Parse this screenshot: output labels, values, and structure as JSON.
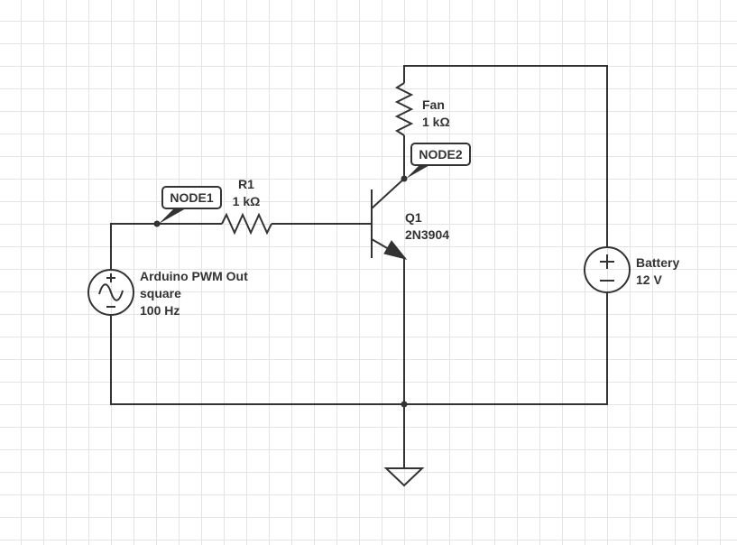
{
  "components": {
    "source": {
      "name": "Arduino PWM Out",
      "waveform": "square",
      "frequency": "100 Hz"
    },
    "resistor": {
      "name": "R1",
      "value": "1 kΩ"
    },
    "fan": {
      "name": "Fan",
      "value": "1 kΩ"
    },
    "transistor": {
      "name": "Q1",
      "model": "2N3904"
    },
    "battery": {
      "name": "Battery",
      "value": "12 V"
    }
  },
  "nodes": {
    "node1": "NODE1",
    "node2": "NODE2"
  },
  "colors": {
    "wire": "#333333",
    "grid": "#e4e4e4",
    "background": "#ffffff"
  }
}
